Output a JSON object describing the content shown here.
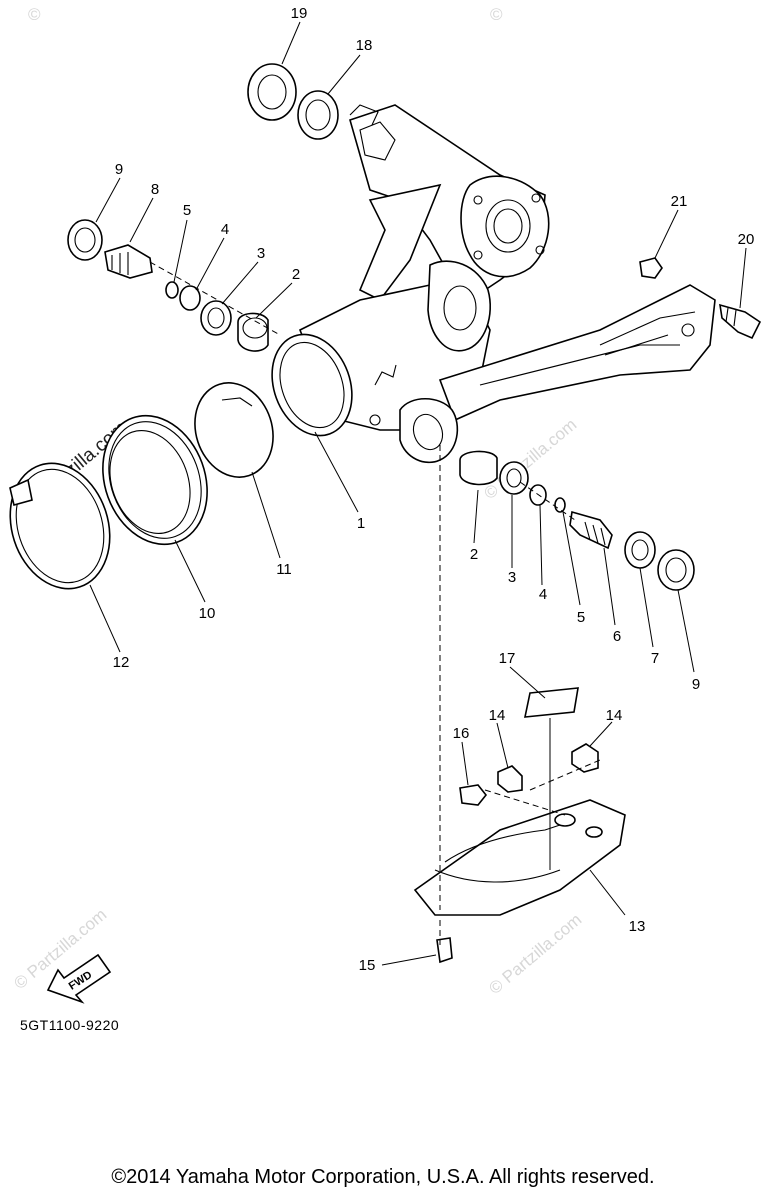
{
  "watermarks": {
    "brand": "© Partzilla.com",
    "corner_mark": "©"
  },
  "fwd_label": "FWD",
  "callouts": {
    "c1": "1",
    "c2a": "2",
    "c2b": "2",
    "c3a": "3",
    "c3b": "3",
    "c4a": "4",
    "c4b": "4",
    "c5a": "5",
    "c5b": "5",
    "c6": "6",
    "c7": "7",
    "c8": "8",
    "c9a": "9",
    "c9b": "9",
    "c10": "10",
    "c11": "11",
    "c12": "12",
    "c13": "13",
    "c14a": "14",
    "c14b": "14",
    "c15": "15",
    "c16": "16",
    "c17": "17",
    "c18": "18",
    "c19": "19",
    "c20": "20",
    "c21": "21"
  },
  "diagram_code": "5GT1100-9220",
  "copyright": "©2014 Yamaha Motor Corporation, U.S.A. All rights reserved."
}
